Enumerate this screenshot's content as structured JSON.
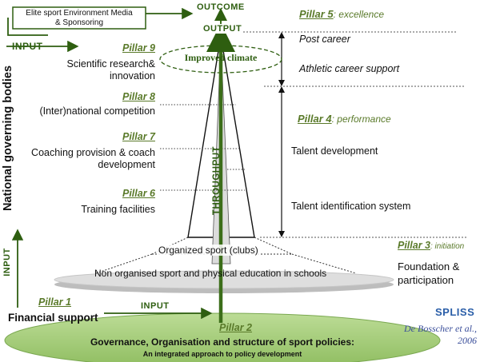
{
  "top_box": {
    "line1": "Elite sport Environment Media",
    "line2": "& Sponsoring"
  },
  "flow": {
    "outcome": "OUTCOME",
    "output": "OUTPUT",
    "throughput": "THROUGHPUT",
    "input_top": "INPUT",
    "input_left": "INPUT",
    "input_bottom": "INPUT"
  },
  "vertical_title": "National governing bodies",
  "improved_climate": "Improved climate",
  "pillars_left": [
    {
      "tag": "Pillar 9",
      "line1": "Scientific research&",
      "line2": "innovation"
    },
    {
      "tag": "Pillar 8",
      "line1": "(Inter)national competition",
      "line2": ""
    },
    {
      "tag": "Pillar 7",
      "line1": "Coaching provision & coach",
      "line2": "development"
    },
    {
      "tag": "Pillar 6",
      "line1": "Training facilities",
      "line2": ""
    }
  ],
  "pillar5": {
    "tag": "Pillar 5",
    "sub": ": excellence",
    "items": [
      "Post career",
      "Athletic career support"
    ]
  },
  "pillar4": {
    "tag": "Pillar 4",
    "sub": ": performance",
    "items": [
      "Talent development",
      "Talent identification system"
    ]
  },
  "pillar3": {
    "tag": "Pillar 3",
    "sub": ": initiation",
    "line1": "Foundation &",
    "line2": "participation"
  },
  "base_labels": {
    "clubs": "Organized sport (clubs)",
    "schools": "Non organised sport and physical education in schools"
  },
  "pillar1": {
    "tag": "Pillar 1",
    "label": "Financial support"
  },
  "pillar2": {
    "tag": "Pillar 2",
    "title": "Governance, Organisation and structure of sport policies:",
    "subtitle": "An integrated approach to policy development"
  },
  "logo": "SPLISS",
  "citation": {
    "line1": "De Bosscher et al.,",
    "line2": "2006"
  },
  "colors": {
    "green_dark": "#2e5e10",
    "green_text": "#5a7a2a",
    "ellipse_fill": "#a9cf7f",
    "disc": "#d8d8d8",
    "citation": "#3a4e9a",
    "logo_blue": "#2a5ea8"
  }
}
